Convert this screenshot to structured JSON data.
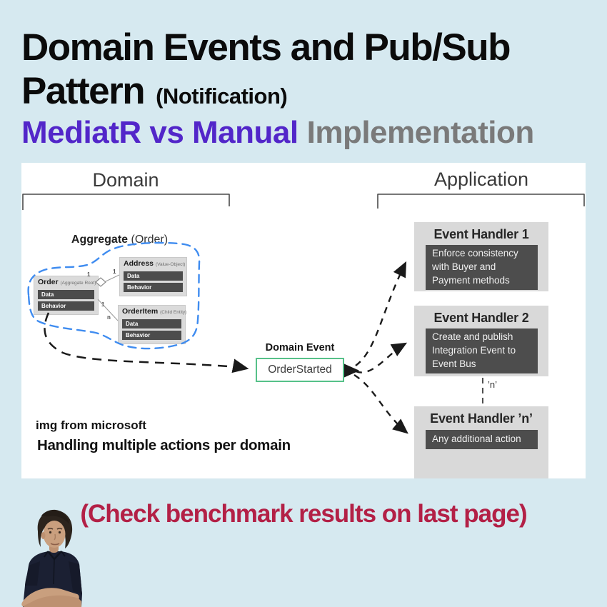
{
  "header": {
    "title_line1": "Domain Events and Pub/Sub",
    "title_line2": "Pattern",
    "title_annotation": "(Notification)",
    "subtitle_highlight": "MediatR vs Manual",
    "subtitle_rest": "Implementation"
  },
  "diagram": {
    "domain_section_label": "Domain",
    "application_section_label": "Application",
    "aggregate_heading_bold": "Aggregate",
    "aggregate_heading_normal": "(Order)",
    "order_box": {
      "name": "Order",
      "stereotype": "(Aggregate Root)",
      "row1": "Data",
      "row2": "Behavior"
    },
    "address_box": {
      "name": "Address",
      "stereotype": "(Value-Object)",
      "row1": "Data",
      "row2": "Behavior"
    },
    "orderitem_box": {
      "name": "OrderItem",
      "stereotype": "(Child Entity)",
      "row1": "Data",
      "row2": "Behavior"
    },
    "multiplicity": {
      "order_address_near": "1",
      "order_address_far": "1",
      "order_item_near": "1",
      "order_item_far": "n"
    },
    "domain_event_label": "Domain Event",
    "domain_event_name": "OrderStarted",
    "handlers": [
      {
        "title": "Event Handler 1",
        "body": "Enforce consistency\nwith Buyer and\nPayment methods"
      },
      {
        "title": "Event Handler 2",
        "body": "Create and publish\nIntegration Event to\nEvent Bus"
      },
      {
        "title": "Event Handler ’n’",
        "body": "Any additional action"
      }
    ],
    "n_connector_label": "’n’",
    "credit": "img from microsoft",
    "caption": "Handling multiple actions per domain"
  },
  "footer": {
    "note": "(Check benchmark results on last page)"
  },
  "colors": {
    "background_blue": "#d6e9f0",
    "accent_purple": "#5226c9",
    "muted_gray": "#7a7a7a",
    "note_red": "#b32046",
    "aggregate_dash_blue": "#3f8cf0",
    "event_border_green": "#56c189",
    "handler_outer_gray": "#d9d9d9",
    "handler_inner_gray": "#4d4d4d"
  }
}
